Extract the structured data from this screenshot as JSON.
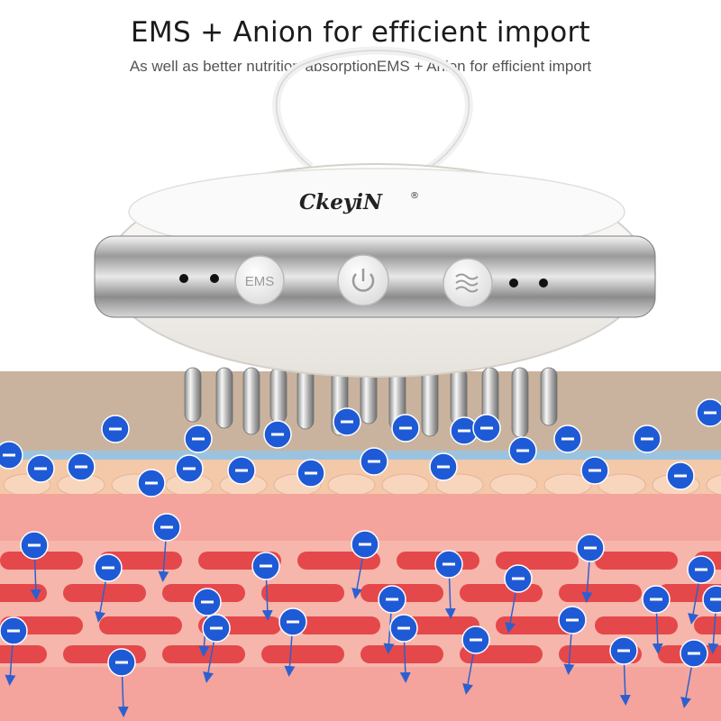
{
  "headline": "EMS + Anion for efficient import",
  "subline": "As well as better nutrition absorptionEMS + Anion for efficient import",
  "device": {
    "brand": "CkeyiN",
    "brand_mark": "®",
    "buttons": [
      {
        "label": "EMS",
        "icon": "ems-text"
      },
      {
        "label": "",
        "icon": "power-icon"
      },
      {
        "label": "",
        "icon": "wave-icon"
      }
    ]
  },
  "colors": {
    "skin_surface": "#c9b39e",
    "skin_layer": "#f2c7a6",
    "tissue": "#f3a29b",
    "muscle": "#e44b4b",
    "blue_line": "#9bc3e0",
    "anion": "#1f5ad6"
  },
  "anion_symbol": "−"
}
